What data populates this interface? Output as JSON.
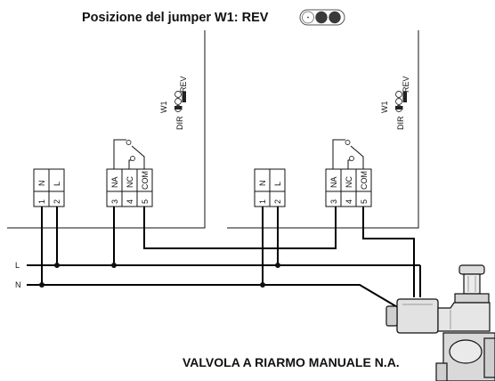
{
  "title": "Posizione del jumper W1: REV",
  "caption": "VALVOLA A RIARMO MANUALE N.A.",
  "line_labels": {
    "l": "L",
    "n": "N"
  },
  "jumper": {
    "w1": "W1",
    "dir": "DIR",
    "rev": "REV"
  },
  "unit_a": {
    "power_terminals": [
      {
        "label": "N",
        "number": "1"
      },
      {
        "label": "L",
        "number": "2"
      }
    ],
    "relay_terminals": [
      {
        "label": "NA",
        "number": "3"
      },
      {
        "label": "NC",
        "number": "4"
      },
      {
        "label": "COM",
        "number": "5"
      }
    ]
  },
  "unit_b": {
    "power_terminals": [
      {
        "label": "N",
        "number": "1"
      },
      {
        "label": "L",
        "number": "2"
      }
    ],
    "relay_terminals": [
      {
        "label": "NA",
        "number": "3"
      },
      {
        "label": "NC",
        "number": "4"
      },
      {
        "label": "COM",
        "number": "5"
      }
    ]
  },
  "colors": {
    "ink": "#111111",
    "jumper_fill": "#222222",
    "valve_shade": "#d9d9d9"
  }
}
